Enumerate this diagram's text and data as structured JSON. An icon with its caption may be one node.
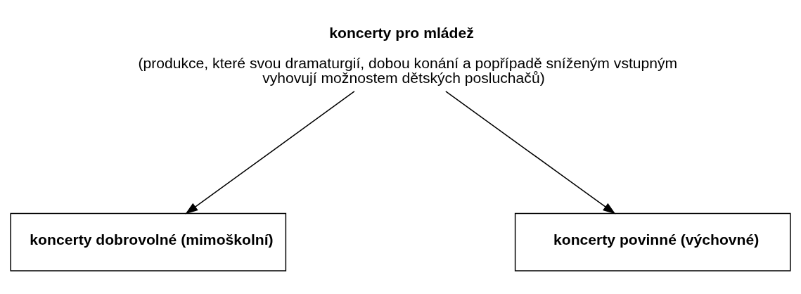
{
  "diagram": {
    "nodes": [
      {
        "text": [
          "koncerty pro mládež",
          "(produkce, které svou dramaturgií, dobou konání a popřípadě sníženým vstupným vyhovují možnostem dětských posluchačů)"
        ]
      },
      {
        "text": [
          "koncerty dobrovolné (mimoškolní)"
        ]
      },
      {
        "text": [
          "koncerty povinné (výchovné)"
        ]
      }
    ],
    "edges": [
      {
        "from": 0,
        "to": 1,
        "arrow": "to"
      },
      {
        "from": 0,
        "to": 2,
        "arrow": "to"
      }
    ]
  }
}
